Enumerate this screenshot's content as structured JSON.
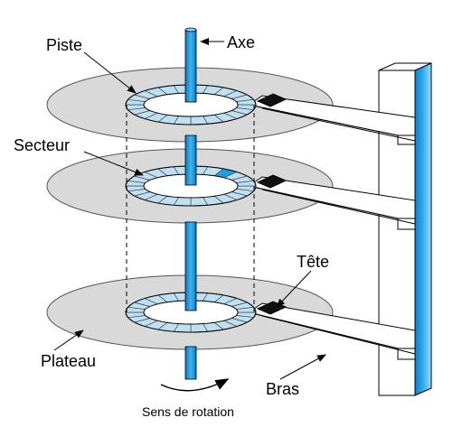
{
  "labels": {
    "piste": "Piste",
    "axe": "Axe",
    "secteur": "Secteur",
    "tete": "Tête",
    "plateau": "Plateau",
    "bras": "Bras",
    "sens_rotation": "Sens de rotation"
  },
  "colors": {
    "spindle": "#1aa3e0",
    "column_face": "#1f9ae0",
    "platter": "#d9d9d9",
    "track_ring": "#bfe0f3",
    "sector_highlight": "#1aa3e0",
    "head": "#111111",
    "outline": "#000000",
    "arm": "#ffffff"
  }
}
